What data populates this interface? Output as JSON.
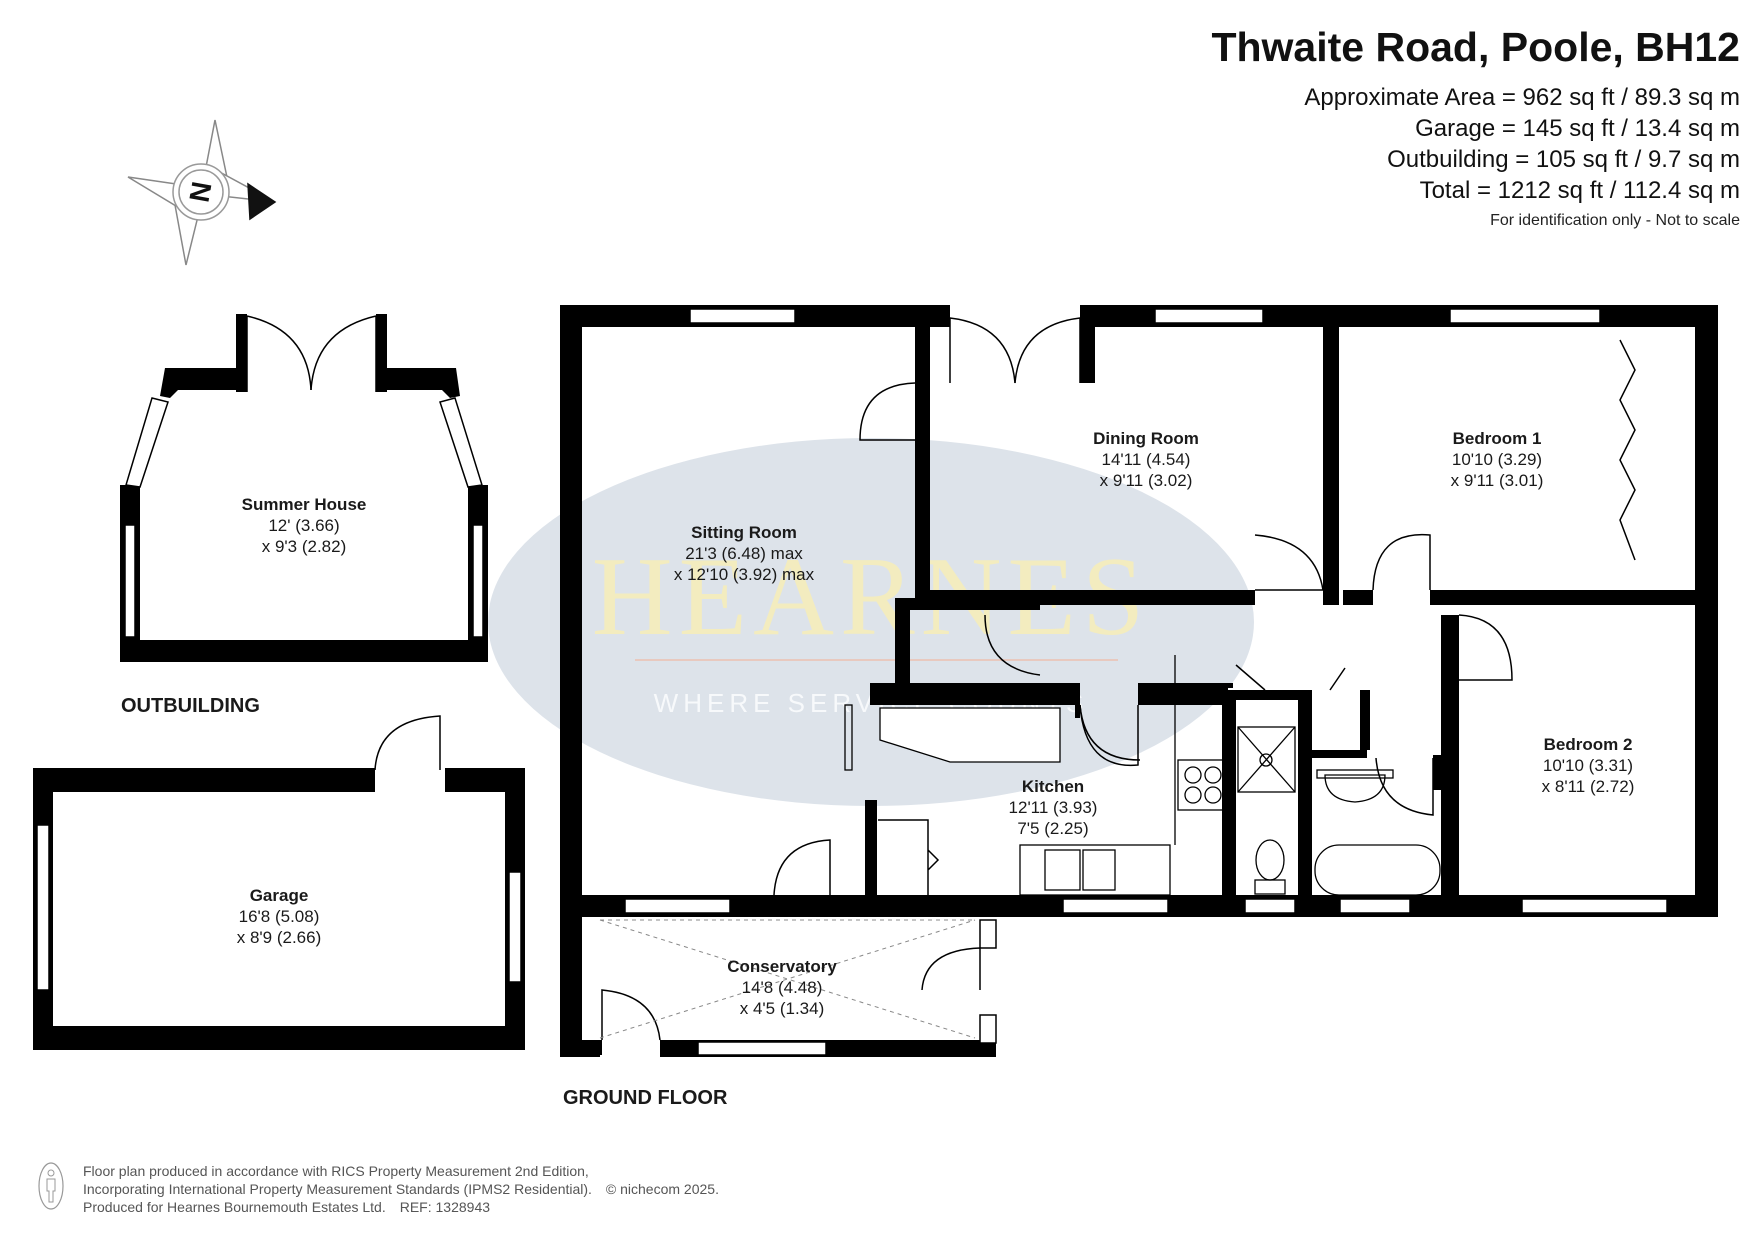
{
  "header": {
    "title": "Thwaite Road, Poole, BH12",
    "areas": [
      "Approximate Area = 962 sq ft / 89.3 sq m",
      "Garage = 145 sq ft / 13.4 sq m",
      "Outbuilding = 105 sq ft / 9.7 sq m",
      "Total = 1212 sq ft / 112.4 sq m"
    ],
    "disclaimer": "For identification only - Not to scale"
  },
  "compass": {
    "label": "N"
  },
  "watermark": {
    "brand": "HEARNES",
    "tagline": "WHERE SERVICE COUNTS"
  },
  "rooms": {
    "summer_house": {
      "name": "Summer House",
      "dim1": "12' (3.66)",
      "dim2": "x 9'3 (2.82)"
    },
    "garage": {
      "name": "Garage",
      "dim1": "16'8 (5.08)",
      "dim2": "x 8'9 (2.66)"
    },
    "sitting_room": {
      "name": "Sitting Room",
      "dim1": "21'3 (6.48) max",
      "dim2": "x 12'10 (3.92) max"
    },
    "dining_room": {
      "name": "Dining Room",
      "dim1": "14'11 (4.54)",
      "dim2": "x 9'11 (3.02)"
    },
    "bedroom1": {
      "name": "Bedroom 1",
      "dim1": "10'10 (3.29)",
      "dim2": "x 9'11 (3.01)"
    },
    "bedroom2": {
      "name": "Bedroom 2",
      "dim1": "10'10 (3.31)",
      "dim2": "x 8'11 (2.72)"
    },
    "kitchen": {
      "name": "Kitchen",
      "dim1": "12'11 (3.93)",
      "dim2": "7'5 (2.25)"
    },
    "conservatory": {
      "name": "Conservatory",
      "dim1": "14'8 (4.48)",
      "dim2": "x 4'5 (1.34)"
    }
  },
  "floors": {
    "outbuilding": "OUTBUILDING",
    "ground": "GROUND FLOOR"
  },
  "footer": {
    "line1": "Floor plan produced in accordance with RICS Property Measurement 2nd Edition,",
    "line2": "Incorporating International Property Measurement Standards (IPMS2 Residential).",
    "copyright": "© nichecom 2025.",
    "line3": "Produced for Hearnes Bournemouth Estates Ltd.",
    "ref": "REF:   1328943"
  }
}
